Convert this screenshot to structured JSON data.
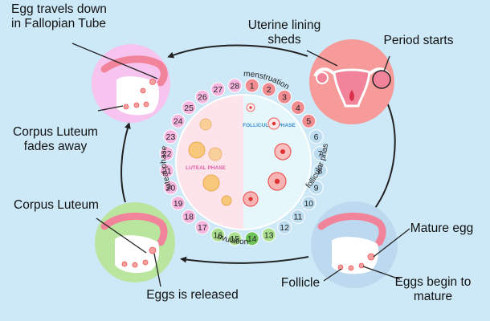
{
  "labels": {
    "egg_travels": "Egg travels down\nin Fallopian Tube",
    "uterine_lining": "Uterine lining\nsheds",
    "period_starts": "Period starts",
    "corpus_luteum_fades": "Corpus Luteum\nfades away",
    "corpus_luteum": "Corpus Luteum",
    "eggs_released": "Eggs is released",
    "mature_egg": "Mature egg",
    "follicle": "Follicle",
    "eggs_begin": "Eggs begin to\nmature"
  },
  "cycle": {
    "days": [
      {
        "day": "1",
        "phase": "menstruation"
      },
      {
        "day": "2",
        "phase": "menstruation"
      },
      {
        "day": "3",
        "phase": "menstruation"
      },
      {
        "day": "4",
        "phase": "menstruation"
      },
      {
        "day": "5",
        "phase": "menstruation"
      },
      {
        "day": "6",
        "phase": "follicular"
      },
      {
        "day": "7",
        "phase": "follicular"
      },
      {
        "day": "8",
        "phase": "follicular"
      },
      {
        "day": "9",
        "phase": "follicular"
      },
      {
        "day": "10",
        "phase": "follicular"
      },
      {
        "day": "11",
        "phase": "follicular"
      },
      {
        "day": "12",
        "phase": "follicular"
      },
      {
        "day": "13",
        "phase": "ovulation"
      },
      {
        "day": "14",
        "phase": "ovulation"
      },
      {
        "day": "15",
        "phase": "ovulation"
      },
      {
        "day": "16",
        "phase": "ovulation"
      },
      {
        "day": "17",
        "phase": "luteal"
      },
      {
        "day": "18",
        "phase": "luteal"
      },
      {
        "day": "19",
        "phase": "luteal"
      },
      {
        "day": "20",
        "phase": "luteal"
      },
      {
        "day": "21",
        "phase": "luteal"
      },
      {
        "day": "22",
        "phase": "luteal"
      },
      {
        "day": "23",
        "phase": "luteal"
      },
      {
        "day": "24",
        "phase": "luteal"
      },
      {
        "day": "25",
        "phase": "luteal"
      },
      {
        "day": "26",
        "phase": "luteal"
      },
      {
        "day": "27",
        "phase": "luteal"
      },
      {
        "day": "28",
        "phase": "luteal"
      }
    ],
    "ring_labels": {
      "menstruation": "menstruation",
      "follicular": "follicular phase",
      "ovulation": "ovulation",
      "luteal": "luteal phase"
    },
    "inner_labels": {
      "luteal": "LUTEAL PHASE",
      "follicular": "FOLLICULAR PHASE"
    }
  },
  "colors": {
    "background": "#cde9f7",
    "menstruation": "#f08b90",
    "follicular": "#bcdcf0",
    "ovulation": "#a9df8e",
    "ovulation_peak": "#6ec25a",
    "luteal": "#f6b6e0",
    "luteal_inner": "#fde3ea",
    "follicular_inner": "#e6f7fb",
    "uterus": "#f1849a",
    "circle_pink": "#f6c4ee",
    "circle_red": "#f69a9a",
    "circle_green": "#b9e59f",
    "circle_blue": "#bcd9ef"
  }
}
